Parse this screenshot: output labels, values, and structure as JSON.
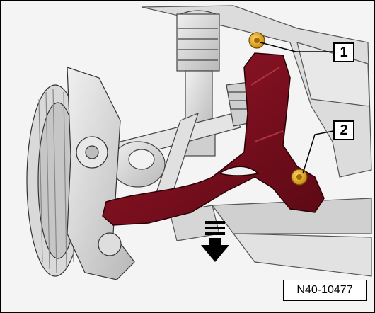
{
  "diagram": {
    "callouts": [
      {
        "label": "1"
      },
      {
        "label": "2"
      }
    ],
    "figure_id": "N40-10477",
    "colors": {
      "highlight_part": "#7a0f1e",
      "bolt": "#e0a21c",
      "background_parts": "#d6d6d6",
      "outline": "#3a3a3a"
    },
    "icons": [
      "down-arrow-icon"
    ]
  }
}
